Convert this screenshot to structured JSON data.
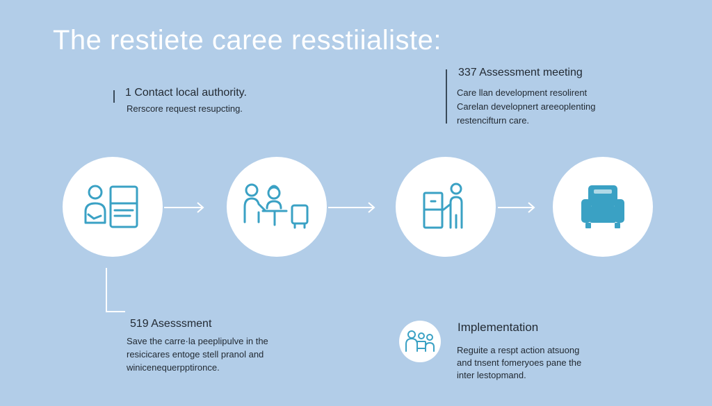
{
  "title": "The restiete caree resstiialiste:",
  "steps": [
    {
      "heading": "1 Contact local authority.",
      "lines": [
        "Rerscore request resupcting."
      ]
    },
    {
      "heading": "337 Assessment meeting",
      "lines": [
        "Care  llan development resolirent",
        "Carelan developnert areeoplenting",
        "restencifturn care."
      ]
    },
    {
      "heading": "519 Asesssment",
      "lines": [
        "Save the carre·la peeplipulve in the",
        "resicicares entoge stell pranol and",
        "winicenequerpptironce."
      ]
    },
    {
      "heading": "Implementation",
      "lines": [
        "Reguite a respt action atsuong",
        "and tnsent fomeryoes pane the",
        "inter lestopmand."
      ]
    }
  ],
  "icons": {
    "circle1": "person-with-document-icon",
    "circle2": "meeting-people-icon",
    "circle3": "cabinet-person-icon",
    "circle4": "armchair-icon",
    "small": "group-people-icon"
  },
  "colors": {
    "background": "#b2cde8",
    "accent": "#2f9bbd",
    "icon_fill": "#3aa1c4",
    "circle": "#ffffff"
  }
}
